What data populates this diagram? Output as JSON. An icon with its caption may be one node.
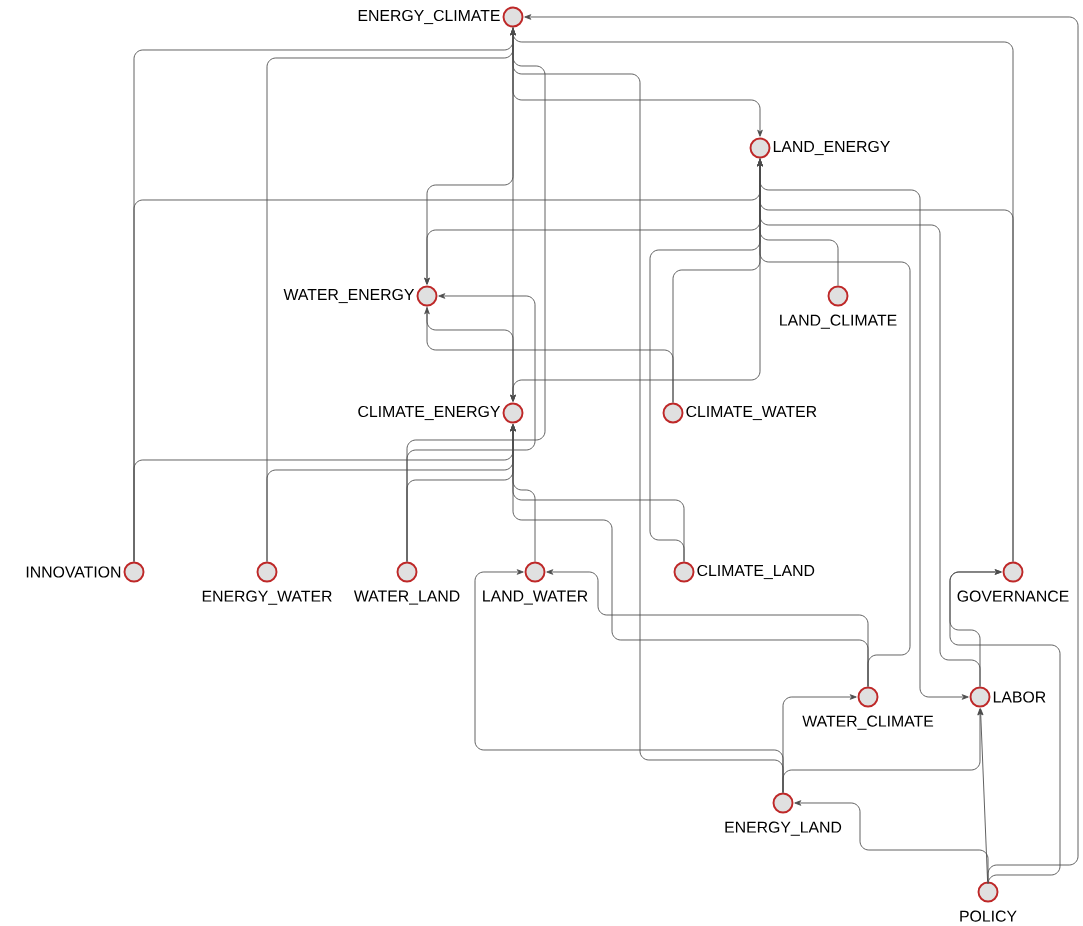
{
  "diagram": {
    "nodes": [
      {
        "text": [
          "ENERGY_CLIMATE"
        ]
      },
      {
        "text": [
          "LAND_ENERGY"
        ]
      },
      {
        "text": [
          "WATER_ENERGY"
        ]
      },
      {
        "text": [
          "LAND_CLIMATE"
        ]
      },
      {
        "text": [
          "CLIMATE_ENERGY"
        ]
      },
      {
        "text": [
          "CLIMATE_WATER"
        ]
      },
      {
        "text": [
          "INNOVATION"
        ]
      },
      {
        "text": [
          "ENERGY_WATER"
        ]
      },
      {
        "text": [
          "WATER_LAND"
        ]
      },
      {
        "text": [
          "LAND_WATER"
        ]
      },
      {
        "text": [
          "CLIMATE_LAND"
        ]
      },
      {
        "text": [
          "GOVERNANCE"
        ]
      },
      {
        "text": [
          "WATER_CLIMATE"
        ]
      },
      {
        "text": [
          "LABOR"
        ]
      },
      {
        "text": [
          "ENERGY_LAND"
        ]
      },
      {
        "text": [
          "POLICY"
        ]
      }
    ],
    "edges": [
      {
        "from": 6,
        "to": 0,
        "arrow": "to"
      },
      {
        "from": 6,
        "to": 1,
        "arrow": "to"
      },
      {
        "from": 6,
        "to": 4,
        "arrow": "to"
      },
      {
        "from": 7,
        "to": 0,
        "arrow": "to"
      },
      {
        "from": 7,
        "to": 4,
        "arrow": "to"
      },
      {
        "from": 8,
        "to": 0,
        "arrow": "to"
      },
      {
        "from": 8,
        "to": 2,
        "arrow": "to"
      },
      {
        "from": 8,
        "to": 4,
        "arrow": "to"
      },
      {
        "from": 10,
        "to": 1,
        "arrow": "to"
      },
      {
        "from": 10,
        "to": 4,
        "arrow": "to"
      },
      {
        "from": 5,
        "to": 2,
        "arrow": "to"
      },
      {
        "from": 5,
        "to": 1,
        "arrow": "to"
      },
      {
        "from": 3,
        "to": 1,
        "arrow": "to"
      },
      {
        "from": 11,
        "to": 1,
        "arrow": "to"
      },
      {
        "from": 11,
        "to": 0,
        "arrow": "to"
      },
      {
        "from": 13,
        "to": 1,
        "arrow": "to"
      },
      {
        "from": 13,
        "to": 11,
        "arrow": "to"
      },
      {
        "from": 12,
        "to": 1,
        "arrow": "to"
      },
      {
        "from": 12,
        "to": 4,
        "arrow": "to"
      },
      {
        "from": 12,
        "to": 9,
        "arrow": "to"
      },
      {
        "from": 14,
        "to": 0,
        "arrow": "to"
      },
      {
        "from": 14,
        "to": 13,
        "arrow": "to"
      },
      {
        "from": 14,
        "to": 12,
        "arrow": "to"
      },
      {
        "from": 14,
        "to": 9,
        "arrow": "to"
      },
      {
        "from": 15,
        "to": 13,
        "arrow": "to"
      },
      {
        "from": 15,
        "to": 11,
        "arrow": "to"
      },
      {
        "from": 15,
        "to": 0,
        "arrow": "to"
      },
      {
        "from": 15,
        "to": 14,
        "arrow": "to"
      },
      {
        "from": 0,
        "to": 1,
        "arrow": "to"
      },
      {
        "from": 0,
        "to": 2,
        "arrow": "to"
      },
      {
        "from": 0,
        "to": 4,
        "arrow": "to"
      },
      {
        "from": 1,
        "to": 2,
        "arrow": "to"
      },
      {
        "from": 1,
        "to": 4,
        "arrow": "to"
      },
      {
        "from": 2,
        "to": 4,
        "arrow": "to"
      },
      {
        "from": 9,
        "to": 4,
        "arrow": "to"
      },
      {
        "from": 1,
        "to": 13,
        "arrow": "to"
      }
    ]
  }
}
